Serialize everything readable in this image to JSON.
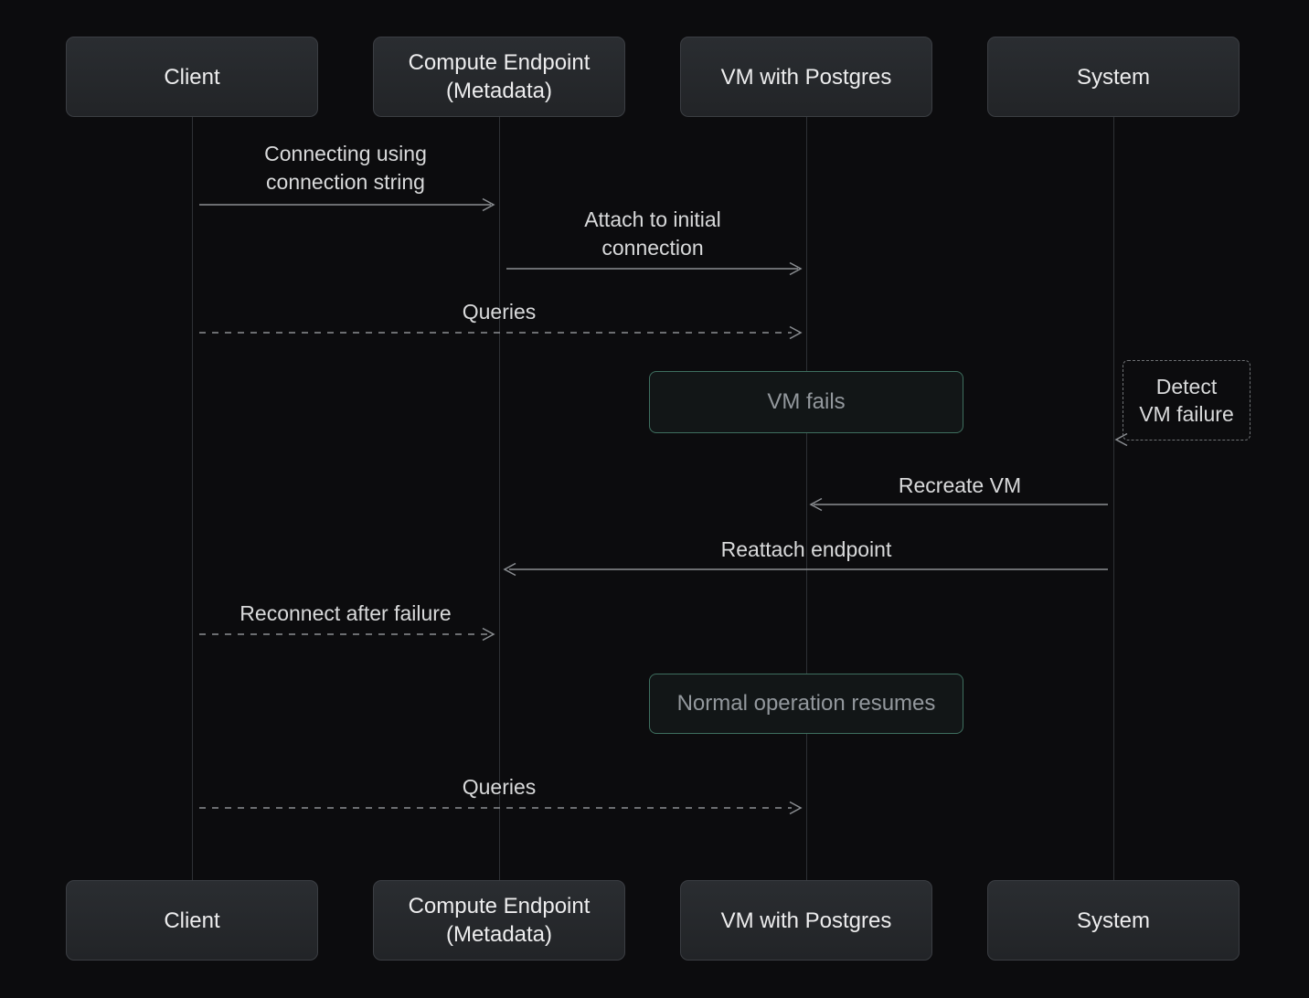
{
  "colors": {
    "background": "#0c0c0e",
    "actor_bg_top": "#2a2d31",
    "actor_bg_bottom": "#222427",
    "actor_border": "#3b3e43",
    "actor_text": "#ededee",
    "message_text": "#d9dadb",
    "arrow": "#8b8e92",
    "lifeline": "#2e3135",
    "note_border": "#3e6f5f",
    "note_bg": "#121617",
    "note_text": "#93989d",
    "self_box_border": "#6f7275"
  },
  "actors": [
    {
      "id": "client",
      "label": "Client"
    },
    {
      "id": "compute-endpoint",
      "label": "Compute Endpoint (Metadata)",
      "lines": [
        "Compute Endpoint",
        "(Metadata)"
      ]
    },
    {
      "id": "vm-with-postgres",
      "label": "VM with Postgres"
    },
    {
      "id": "system",
      "label": "System"
    }
  ],
  "messages": [
    {
      "from": "Client",
      "to": "Compute Endpoint (Metadata)",
      "label": "Connecting using connection string",
      "lines": [
        "Connecting using",
        "connection string"
      ],
      "line_style": "solid"
    },
    {
      "from": "Compute Endpoint (Metadata)",
      "to": "VM with Postgres",
      "label": "Attach to initial connection",
      "lines": [
        "Attach to initial",
        "connection"
      ],
      "line_style": "solid"
    },
    {
      "from": "Client",
      "to": "VM with Postgres",
      "label": "Queries",
      "line_style": "dashed"
    },
    {
      "from": "System",
      "to": "System",
      "label": "Detect VM failure",
      "lines": [
        "Detect",
        "VM failure"
      ],
      "line_style": "dashed-self"
    },
    {
      "from": "System",
      "to": "VM with Postgres",
      "label": "Recreate VM",
      "line_style": "solid"
    },
    {
      "from": "System",
      "to": "Compute Endpoint (Metadata)",
      "label": "Reattach endpoint",
      "line_style": "solid"
    },
    {
      "from": "Client",
      "to": "Compute Endpoint (Metadata)",
      "label": "Reconnect after failure",
      "line_style": "dashed"
    },
    {
      "from": "Client",
      "to": "VM with Postgres",
      "label": "Queries",
      "line_style": "dashed"
    }
  ],
  "notes": [
    {
      "over": "VM with Postgres",
      "label": "VM fails"
    },
    {
      "over": "VM with Postgres",
      "label": "Normal operation resumes"
    }
  ]
}
